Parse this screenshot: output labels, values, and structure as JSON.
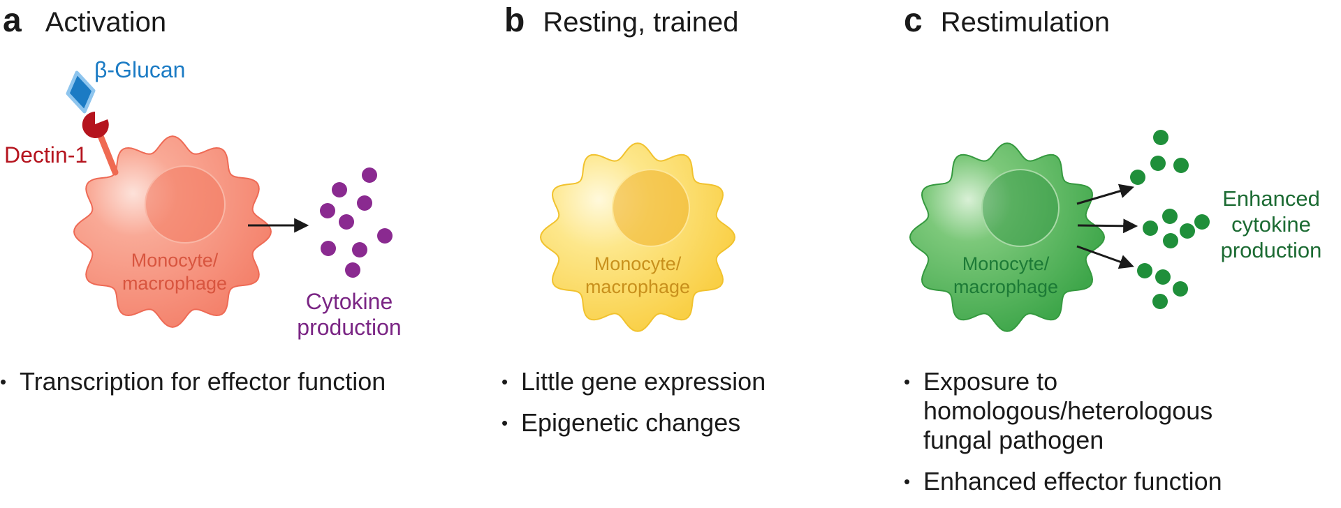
{
  "colors": {
    "red_cell": "#f48a76",
    "yellow_cell": "#fbd85a",
    "green_cell": "#4fb157",
    "cytokine_purple": "#8a2a90",
    "cytokine_green": "#1f8f3a",
    "dectin_red": "#b5141e",
    "glucan_blue": "#1b7bc4",
    "arrow": "#1a1a1a"
  },
  "panels": {
    "a": {
      "letter": "a",
      "title": "Activation",
      "cell_label": "Monocyte/\nmacrophage",
      "receptor_label": "Dectin-1",
      "ligand_label": "β-Glucan",
      "output_label": "Cytokine\nproduction",
      "bullets": [
        "Transcription for effector function"
      ],
      "dots": 9
    },
    "b": {
      "letter": "b",
      "title": "Resting, trained",
      "cell_label": "Monocyte/\nmacrophage",
      "bullets": [
        "Little gene expression",
        "Epigenetic changes"
      ]
    },
    "c": {
      "letter": "c",
      "title": "Restimulation",
      "cell_label": "Monocyte/\nmacrophage",
      "output_label": "Enhanced\ncytokine\nproduction",
      "bullets": [
        "Exposure to\nhomologous/heterologous\nfungal pathogen",
        "Enhanced effector function"
      ],
      "dots": 13
    }
  }
}
